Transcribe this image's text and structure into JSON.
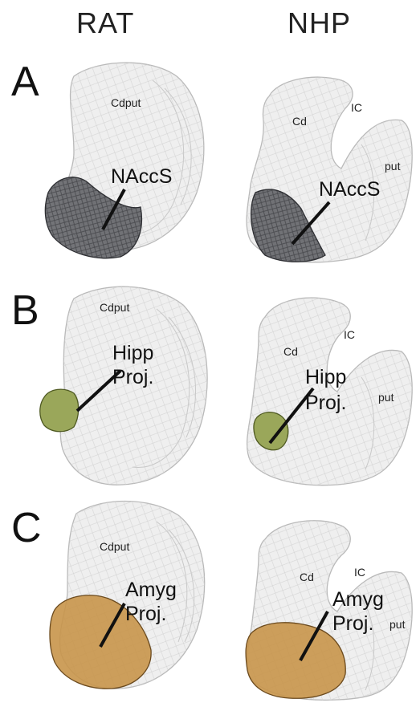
{
  "columns": {
    "left": "RAT",
    "right": "NHP"
  },
  "rows": [
    {
      "label": "A",
      "rat_structure": "Cdput",
      "rat_region": "NAccS",
      "nhp_cd": "Cd",
      "nhp_ic": "IC",
      "nhp_put": "put",
      "nhp_region": "NAccS",
      "region_color": "#5a5c60"
    },
    {
      "label": "B",
      "rat_structure": "Cdput",
      "rat_region_line1": "Hipp",
      "rat_region_line2": "Proj.",
      "nhp_cd": "Cd",
      "nhp_ic": "IC",
      "nhp_put": "put",
      "nhp_region_line1": "Hipp",
      "nhp_region_line2": "Proj.",
      "region_color": "#9aa75a"
    },
    {
      "label": "C",
      "rat_structure": "Cdput",
      "rat_region_line1": "Amyg",
      "rat_region_line2": "Proj.",
      "nhp_cd": "Cd",
      "nhp_ic": "IC",
      "nhp_put": "put",
      "nhp_region_line1": "Amyg",
      "nhp_region_line2": "Proj.",
      "region_color": "#c8954a"
    }
  ]
}
